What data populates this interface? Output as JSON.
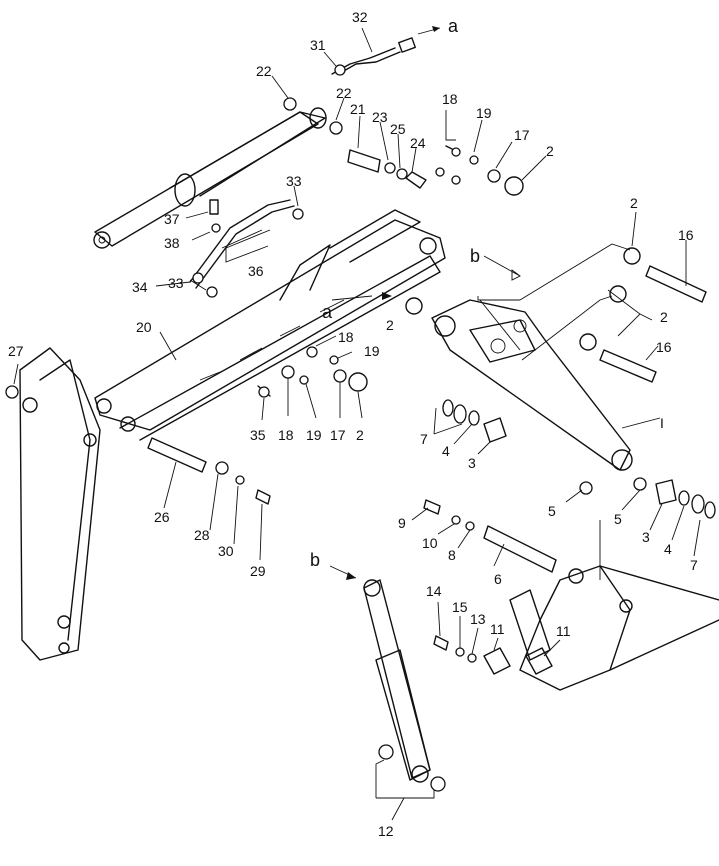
{
  "parts": {
    "p1": "1",
    "p2": "2",
    "p3": "3",
    "p4": "4",
    "p5": "5",
    "p6": "6",
    "p7": "7",
    "p8": "8",
    "p9": "9",
    "p10": "10",
    "p11": "11",
    "p12": "12",
    "p13": "13",
    "p14": "14",
    "p15": "15",
    "p16": "16",
    "p17": "17",
    "p18": "18",
    "p19": "19",
    "p20": "20",
    "p21": "21",
    "p22": "22",
    "p23": "23",
    "p24": "24",
    "p25": "25",
    "p26": "26",
    "p27": "27",
    "p28": "28",
    "p29": "29",
    "p30": "30",
    "p31": "31",
    "p32": "32",
    "p33": "33",
    "p34": "34",
    "p35": "35",
    "p36": "36",
    "p37": "37",
    "p38": "38"
  },
  "refs": {
    "a": "a",
    "b": "b"
  }
}
